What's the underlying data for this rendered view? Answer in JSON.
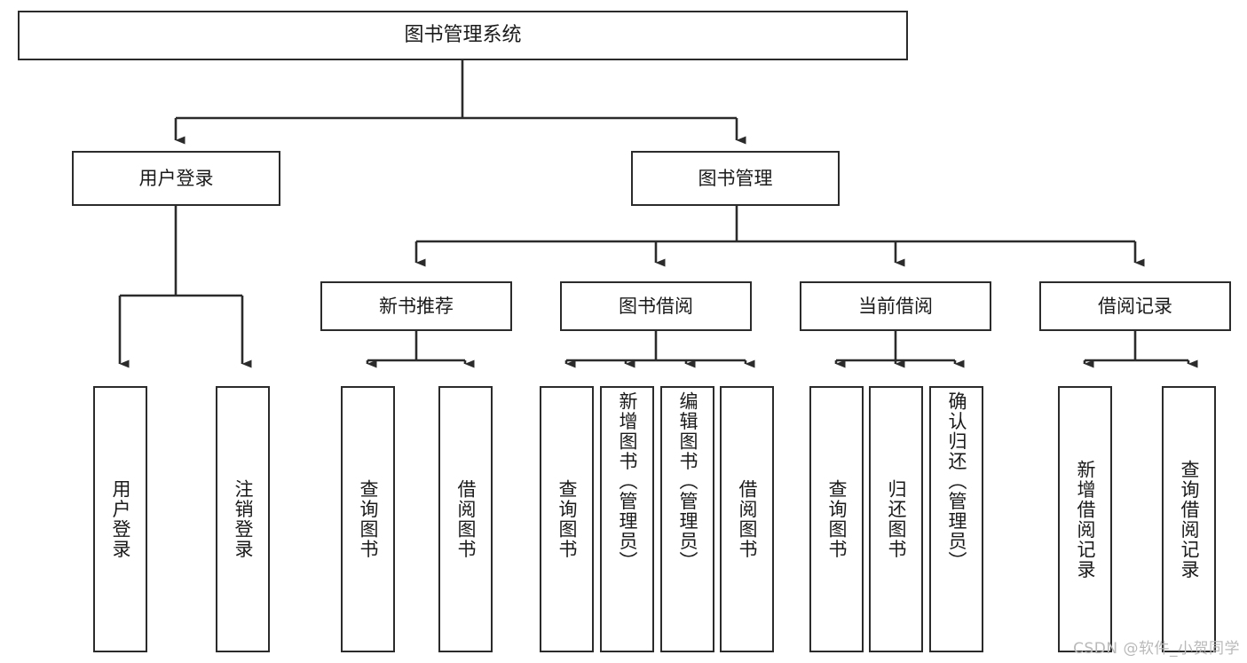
{
  "diagram": {
    "type": "tree-hierarchy-diagram",
    "title_node": {
      "label": "图书管理系统"
    },
    "level2": [
      {
        "id": "user-login",
        "label": "用户登录"
      },
      {
        "id": "book-management",
        "label": "图书管理"
      }
    ],
    "level3": [
      {
        "id": "new-book-recommend",
        "label": "新书推荐",
        "parent": "book-management"
      },
      {
        "id": "book-borrow",
        "label": "图书借阅",
        "parent": "book-management"
      },
      {
        "id": "current-borrow",
        "label": "当前借阅",
        "parent": "book-management"
      },
      {
        "id": "borrow-record",
        "label": "借阅记录",
        "parent": "book-management"
      }
    ],
    "leaves": {
      "user-login": [
        {
          "id": "leaf-user-login",
          "label": "用户登录"
        },
        {
          "id": "leaf-logout",
          "label": "注销登录"
        }
      ],
      "new-book-recommend": [
        {
          "id": "leaf-query-book-1",
          "label": "查询图书"
        },
        {
          "id": "leaf-borrow-book-1",
          "label": "借阅图书"
        }
      ],
      "book-borrow": [
        {
          "id": "leaf-query-book-2",
          "label": "查询图书"
        },
        {
          "id": "leaf-add-book",
          "label": "新增图书（管理员）"
        },
        {
          "id": "leaf-edit-book",
          "label": "编辑图书（管理员）"
        },
        {
          "id": "leaf-borrow-book-2",
          "label": "借阅图书"
        }
      ],
      "current-borrow": [
        {
          "id": "leaf-query-book-3",
          "label": "查询图书"
        },
        {
          "id": "leaf-return-book",
          "label": "归还图书"
        },
        {
          "id": "leaf-confirm-return",
          "label": "确认归还（管理员）"
        }
      ],
      "borrow-record": [
        {
          "id": "leaf-add-record",
          "label": "新增借阅记录"
        },
        {
          "id": "leaf-query-record",
          "label": "查询借阅记录"
        }
      ]
    },
    "colors": {
      "stroke": "#2b2b2b",
      "fill": "#ffffff",
      "text": "#1a1a1a",
      "watermark": "#b9b9b9"
    }
  },
  "watermark": {
    "text": "CSDN @软件_小贺同学"
  }
}
